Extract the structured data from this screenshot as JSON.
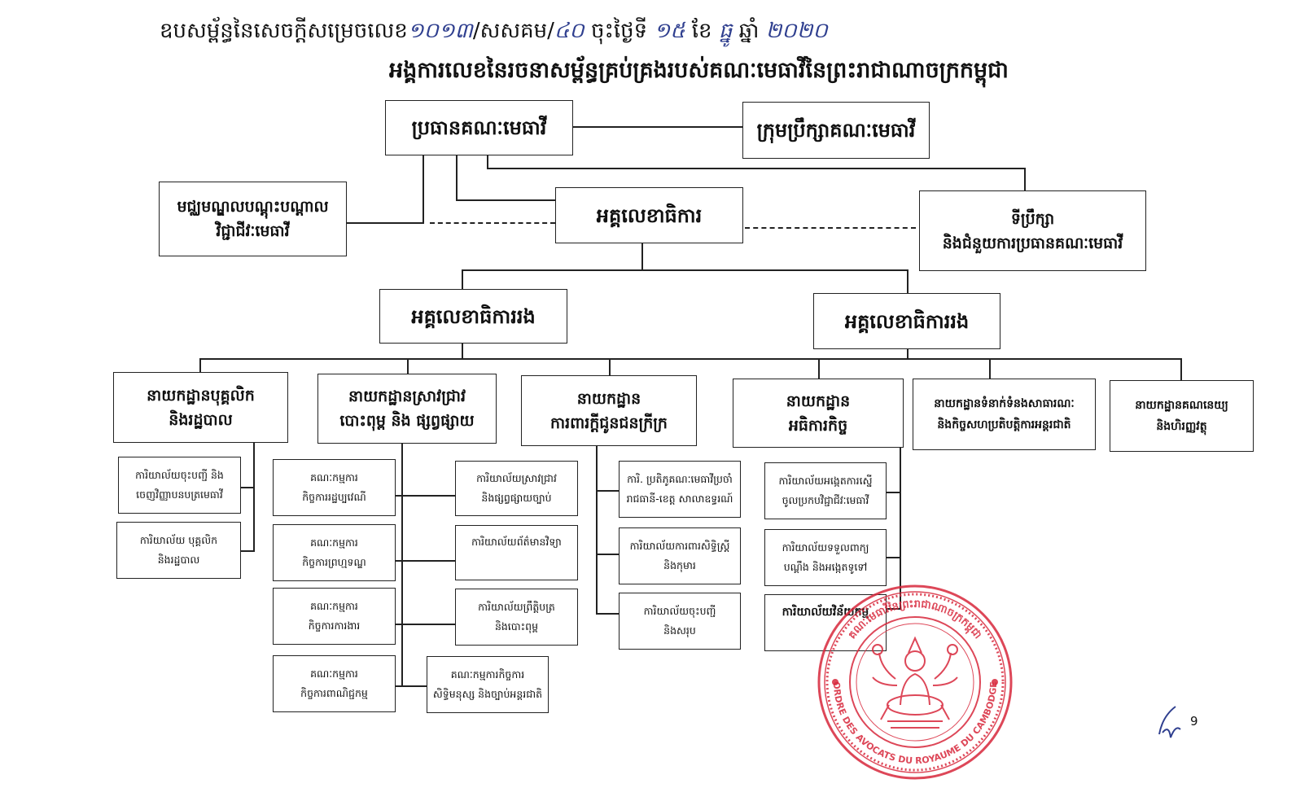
{
  "header": {
    "ref_prefix": "ឧបសម្ព័ន្ធនៃសេចក្តីសម្រេចលេខ",
    "ref_number": "១០១៣",
    "ref_code": "/សសគម/",
    "ref_series": "៤០",
    "date_label": "ចុះថ្ងៃទី",
    "day": "១៥",
    "month_label": "ខែ",
    "month": "ធ្នូ",
    "year_label": "ឆ្នាំ",
    "year": "២០២០"
  },
  "title": "អង្គការលេខនៃរចនាសម្ព័ន្ធគ្រប់គ្រងរបស់គណៈមេធាវីនៃព្រះរាជាណាចក្រកម្ពុជា",
  "nodes": {
    "president": "ប្រធានគណៈមេធាវី",
    "council": "ក្រុមប្រឹក្សាគណៈមេធាវី",
    "training_center": [
      "មជ្ឈមណ្ឌលបណ្តុះបណ្តាល",
      "វិជ្ជាជីវៈមេធាវី"
    ],
    "secretary_general": "អគ្គលេខាធិការ",
    "advisors": [
      "ទីប្រឹក្សា",
      "និងជំនួយការប្រធានគណៈមេធាវី"
    ],
    "deputy_left": "អគ្គលេខាធិការរង",
    "deputy_right": "អគ្គលេខាធិការរង",
    "dept_personnel": [
      "នាយកដ្ឋានបុគ្គលិក",
      "និងរដ្ឋបាល"
    ],
    "dept_research": [
      "នាយកដ្ឋានស្រាវជ្រាវ",
      "បោះពុម្ព និង ផ្សព្វផ្សាយ"
    ],
    "dept_protection": [
      "នាយកដ្ឋាន",
      "ការពារក្តីជូនជនក្រីក្រ"
    ],
    "dept_affairs": [
      "នាយកដ្ឋាន",
      "អធិការកិច្ច"
    ],
    "dept_public_relations": [
      "នាយកដ្ឋានទំនាក់ទំនងសាធារណៈ",
      "និងកិច្ចសហប្រតិបត្តិការអន្តរជាតិ"
    ],
    "dept_accounting": [
      "នាយកដ្ឋានគណនេយ្យ",
      "និងហិរញ្ញវត្ថុ"
    ],
    "off_registration": [
      "ការិយាល័យចុះបញ្ជី និង",
      "ចេញវិញ្ញាបនបត្រមេធាវី"
    ],
    "off_personnel": [
      "ការិយាល័យ បុគ្គលិក",
      "និងរដ្ឋបាល"
    ],
    "comm_legislation": [
      "គណៈកម្មការ",
      "កិច្ចការរដ្ឋប្បវេណី"
    ],
    "comm_criminal": [
      "គណៈកម្មការ",
      "កិច្ចការព្រហ្មទណ្ឌ"
    ],
    "comm_labor": [
      "គណៈកម្មការ",
      "កិច្ចការការងារ"
    ],
    "comm_commerce": [
      "គណៈកម្មការ",
      "កិច្ចការពាណិជ្ជកម្ម"
    ],
    "comm_human_rights": [
      "គណៈកម្មការកិច្ចការ",
      "សិទ្ធិមនុស្ស និងច្បាប់អន្តរជាតិ"
    ],
    "off_research": [
      "ការិយាល័យស្រាវជ្រាវ",
      "និងផ្សព្វផ្សាយច្បាប់"
    ],
    "off_it": [
      "ការិយាល័យព័ត៌មានវិទ្យា"
    ],
    "off_bulletin": [
      "ការិយាល័យព្រឹត្តិបត្រ",
      "និងបោះពុម្ព"
    ],
    "off_provincial": [
      "ការិ. ប្រតិភូគណៈមេធាវីប្រចាំ",
      "រាជធានី-ខេត្ត សាលាឧទ្ធរណ៍"
    ],
    "off_women": [
      "ការិយាល័យការពារសិទ្ធិស្ត្រី",
      "និងកុមារ"
    ],
    "off_records": [
      "ការិយាល័យចុះបញ្ជី",
      "និងសរុប"
    ],
    "off_membership": [
      "ការិយាល័យអង្កេតការស្នើ",
      "ចូលប្រកបវិជ្ជាជីវៈមេធាវី"
    ],
    "off_complaints": [
      "ការិយាល័យទទួលពាក្យ",
      "បណ្តឹង និងអង្កេតទូទៅ"
    ],
    "off_discipline": [
      "ការិយាល័យវិន័យកម្ម"
    ]
  },
  "seal": {
    "color": "#d8283c",
    "top_text": "គណៈមេធាវីនៃព្រះរាជាណាចក្រកម្ពុជា",
    "bottom_text": "ORDRE DES AVOCATS DU ROYAUME DU CAMBODGE"
  },
  "page_number": "9"
}
